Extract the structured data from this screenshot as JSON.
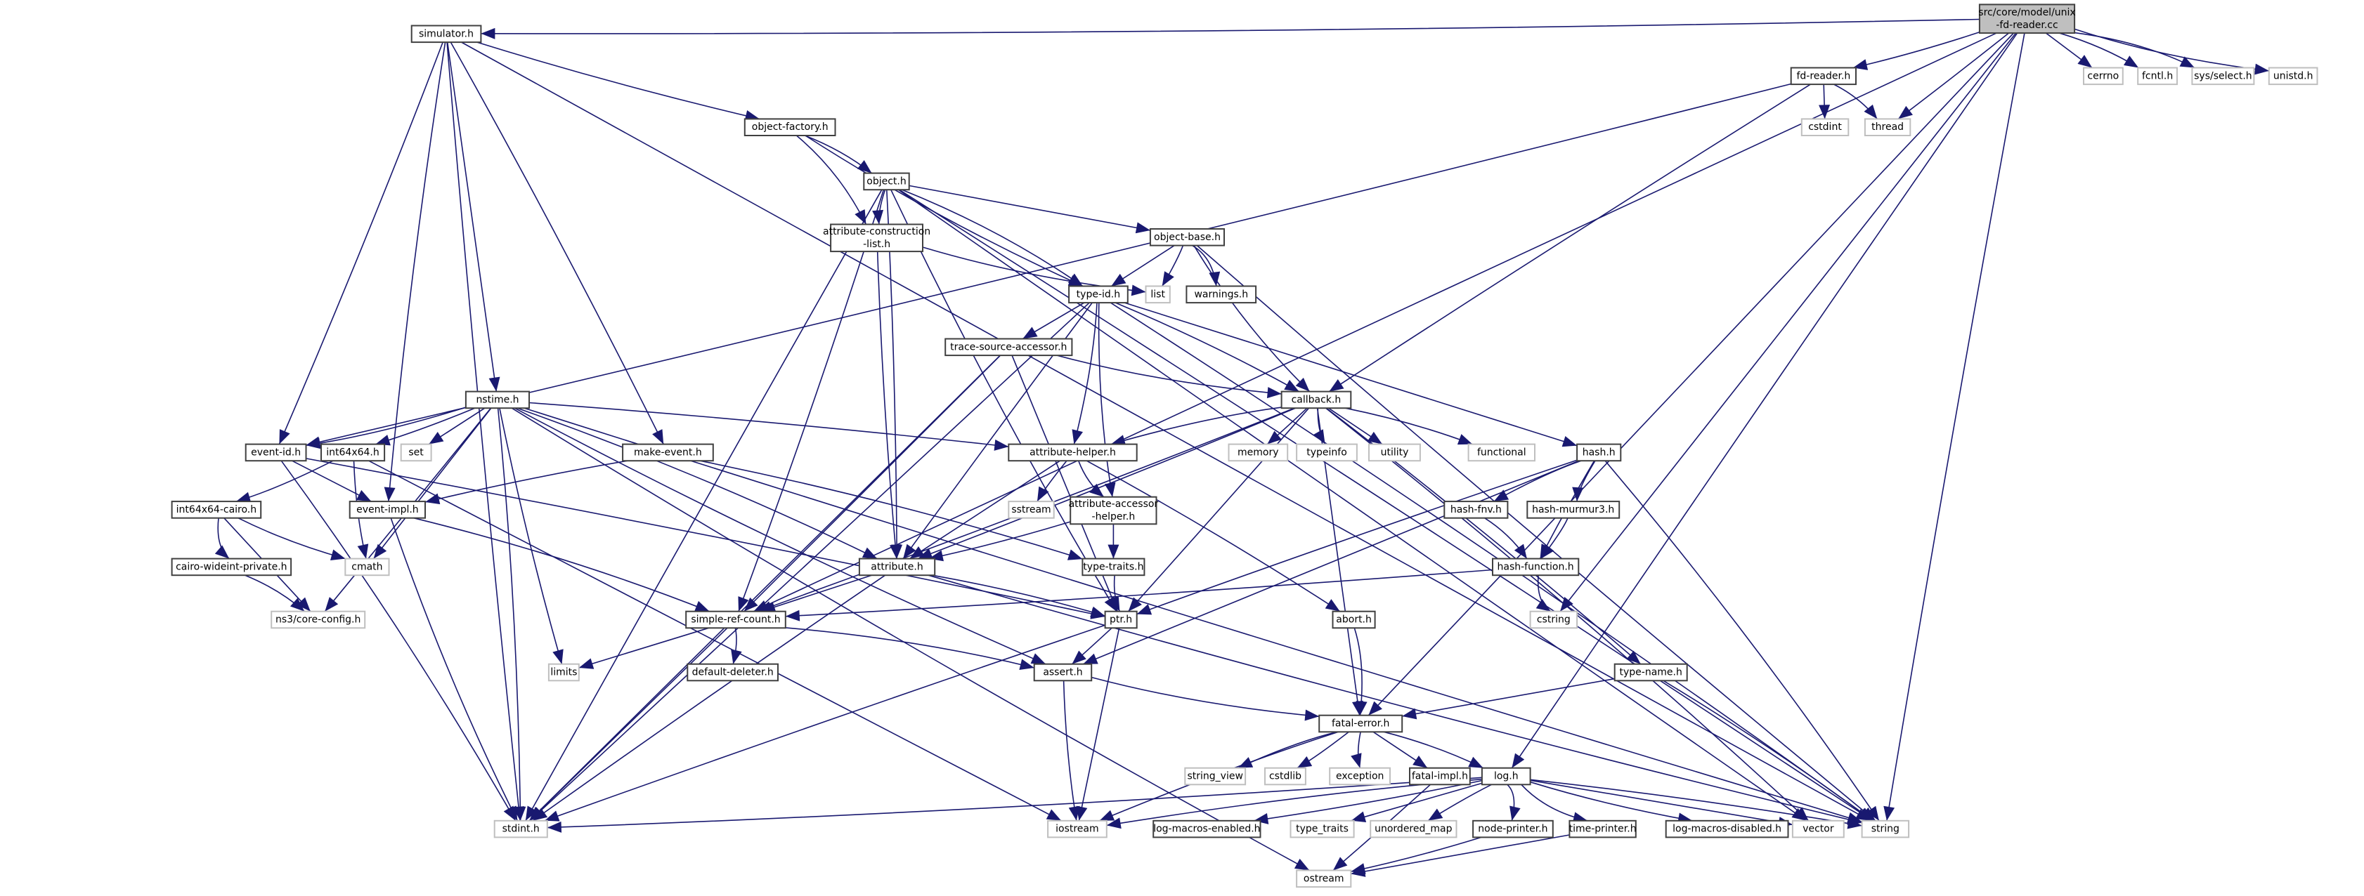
{
  "diagram": {
    "type": "include-dependency-graph",
    "colors": {
      "edge": "#191970",
      "root_fill": "#bfbfbf",
      "external_border": "#bfbfbf",
      "internal_border": "#404040"
    },
    "nodes": [
      {
        "id": "root",
        "label": [
          "src/core/model/unix",
          "-fd-reader.cc"
        ],
        "kind": "root"
      },
      {
        "id": "simulator",
        "label": [
          "simulator.h"
        ],
        "kind": "internal"
      },
      {
        "id": "fd-reader",
        "label": [
          "fd-reader.h"
        ],
        "kind": "internal"
      },
      {
        "id": "cerrno",
        "label": [
          "cerrno"
        ],
        "kind": "external"
      },
      {
        "id": "fcntl",
        "label": [
          "fcntl.h"
        ],
        "kind": "external"
      },
      {
        "id": "sysselect",
        "label": [
          "sys/select.h"
        ],
        "kind": "external"
      },
      {
        "id": "unistd",
        "label": [
          "unistd.h"
        ],
        "kind": "external"
      },
      {
        "id": "cstdint",
        "label": [
          "cstdint"
        ],
        "kind": "external"
      },
      {
        "id": "thread",
        "label": [
          "thread"
        ],
        "kind": "external"
      },
      {
        "id": "object-factory",
        "label": [
          "object-factory.h"
        ],
        "kind": "internal"
      },
      {
        "id": "object",
        "label": [
          "object.h"
        ],
        "kind": "internal"
      },
      {
        "id": "attr-constr",
        "label": [
          "attribute-construction",
          "-list.h"
        ],
        "kind": "internal"
      },
      {
        "id": "object-base",
        "label": [
          "object-base.h"
        ],
        "kind": "internal"
      },
      {
        "id": "type-id",
        "label": [
          "type-id.h"
        ],
        "kind": "internal"
      },
      {
        "id": "list",
        "label": [
          "list"
        ],
        "kind": "external"
      },
      {
        "id": "warnings",
        "label": [
          "warnings.h"
        ],
        "kind": "internal"
      },
      {
        "id": "trace-source",
        "label": [
          "trace-source-accessor.h"
        ],
        "kind": "internal"
      },
      {
        "id": "callback",
        "label": [
          "callback.h"
        ],
        "kind": "internal"
      },
      {
        "id": "nstime",
        "label": [
          "nstime.h"
        ],
        "kind": "internal"
      },
      {
        "id": "event-id",
        "label": [
          "event-id.h"
        ],
        "kind": "internal"
      },
      {
        "id": "int64x64",
        "label": [
          "int64x64.h"
        ],
        "kind": "internal"
      },
      {
        "id": "set",
        "label": [
          "set"
        ],
        "kind": "external"
      },
      {
        "id": "make-event",
        "label": [
          "make-event.h"
        ],
        "kind": "internal"
      },
      {
        "id": "attribute-helper",
        "label": [
          "attribute-helper.h"
        ],
        "kind": "internal"
      },
      {
        "id": "memory",
        "label": [
          "memory"
        ],
        "kind": "external"
      },
      {
        "id": "typeinfo",
        "label": [
          "typeinfo"
        ],
        "kind": "external"
      },
      {
        "id": "utility",
        "label": [
          "utility"
        ],
        "kind": "external"
      },
      {
        "id": "functional",
        "label": [
          "functional"
        ],
        "kind": "external"
      },
      {
        "id": "hash",
        "label": [
          "hash.h"
        ],
        "kind": "internal"
      },
      {
        "id": "int64x64-cairo",
        "label": [
          "int64x64-cairo.h"
        ],
        "kind": "internal"
      },
      {
        "id": "event-impl",
        "label": [
          "event-impl.h"
        ],
        "kind": "internal"
      },
      {
        "id": "sstream",
        "label": [
          "sstream"
        ],
        "kind": "external"
      },
      {
        "id": "attr-accessor",
        "label": [
          "attribute-accessor",
          "-helper.h"
        ],
        "kind": "internal"
      },
      {
        "id": "hash-fnv",
        "label": [
          "hash-fnv.h"
        ],
        "kind": "internal"
      },
      {
        "id": "hash-murmur3",
        "label": [
          "hash-murmur3.h"
        ],
        "kind": "internal"
      },
      {
        "id": "cairo-wideint",
        "label": [
          "cairo-wideint-private.h"
        ],
        "kind": "internal"
      },
      {
        "id": "cmath",
        "label": [
          "cmath"
        ],
        "kind": "external"
      },
      {
        "id": "attribute",
        "label": [
          "attribute.h"
        ],
        "kind": "internal"
      },
      {
        "id": "type-traits",
        "label": [
          "type-traits.h"
        ],
        "kind": "internal"
      },
      {
        "id": "hash-function",
        "label": [
          "hash-function.h"
        ],
        "kind": "internal"
      },
      {
        "id": "core-config",
        "label": [
          "ns3/core-config.h"
        ],
        "kind": "external"
      },
      {
        "id": "simple-ref-count",
        "label": [
          "simple-ref-count.h"
        ],
        "kind": "internal"
      },
      {
        "id": "ptr",
        "label": [
          "ptr.h"
        ],
        "kind": "internal"
      },
      {
        "id": "abort",
        "label": [
          "abort.h"
        ],
        "kind": "internal"
      },
      {
        "id": "cstring",
        "label": [
          "cstring"
        ],
        "kind": "external"
      },
      {
        "id": "limits",
        "label": [
          "limits"
        ],
        "kind": "external"
      },
      {
        "id": "default-deleter",
        "label": [
          "default-deleter.h"
        ],
        "kind": "internal"
      },
      {
        "id": "assert",
        "label": [
          "assert.h"
        ],
        "kind": "internal"
      },
      {
        "id": "type-name",
        "label": [
          "type-name.h"
        ],
        "kind": "internal"
      },
      {
        "id": "fatal-error",
        "label": [
          "fatal-error.h"
        ],
        "kind": "internal"
      },
      {
        "id": "string_view",
        "label": [
          "string_view"
        ],
        "kind": "external"
      },
      {
        "id": "cstdlib",
        "label": [
          "cstdlib"
        ],
        "kind": "external"
      },
      {
        "id": "exception",
        "label": [
          "exception"
        ],
        "kind": "external"
      },
      {
        "id": "fatal-impl",
        "label": [
          "fatal-impl.h"
        ],
        "kind": "internal"
      },
      {
        "id": "log",
        "label": [
          "log.h"
        ],
        "kind": "internal"
      },
      {
        "id": "stdint",
        "label": [
          "stdint.h"
        ],
        "kind": "external"
      },
      {
        "id": "iostream",
        "label": [
          "iostream"
        ],
        "kind": "external"
      },
      {
        "id": "log-macros-enabled",
        "label": [
          "log-macros-enabled.h"
        ],
        "kind": "internal"
      },
      {
        "id": "type_traits",
        "label": [
          "type_traits"
        ],
        "kind": "external"
      },
      {
        "id": "unordered_map",
        "label": [
          "unordered_map"
        ],
        "kind": "external"
      },
      {
        "id": "node-printer",
        "label": [
          "node-printer.h"
        ],
        "kind": "internal"
      },
      {
        "id": "time-printer",
        "label": [
          "time-printer.h"
        ],
        "kind": "internal"
      },
      {
        "id": "log-macros-disabled",
        "label": [
          "log-macros-disabled.h"
        ],
        "kind": "internal"
      },
      {
        "id": "vector",
        "label": [
          "vector"
        ],
        "kind": "external"
      },
      {
        "id": "string",
        "label": [
          "string"
        ],
        "kind": "external"
      },
      {
        "id": "ostream",
        "label": [
          "ostream"
        ],
        "kind": "external"
      }
    ],
    "edges": [
      [
        "root",
        "simulator"
      ],
      [
        "root",
        "fd-reader"
      ],
      [
        "root",
        "cerrno"
      ],
      [
        "root",
        "fcntl"
      ],
      [
        "root",
        "sysselect"
      ],
      [
        "root",
        "unistd"
      ],
      [
        "root",
        "thread"
      ],
      [
        "root",
        "simple-ref-count"
      ],
      [
        "root",
        "cstring"
      ],
      [
        "root",
        "fatal-error"
      ],
      [
        "root",
        "log"
      ],
      [
        "root",
        "string"
      ],
      [
        "fd-reader",
        "cstdint"
      ],
      [
        "fd-reader",
        "thread"
      ],
      [
        "fd-reader",
        "callback"
      ],
      [
        "fd-reader",
        "event-id"
      ],
      [
        "simulator",
        "object-factory"
      ],
      [
        "simulator",
        "nstime"
      ],
      [
        "simulator",
        "make-event"
      ],
      [
        "simulator",
        "event-id"
      ],
      [
        "simulator",
        "event-impl"
      ],
      [
        "simulator",
        "stdint"
      ],
      [
        "simulator",
        "string"
      ],
      [
        "object-factory",
        "object"
      ],
      [
        "object-factory",
        "attr-constr"
      ],
      [
        "object-factory",
        "type-id"
      ],
      [
        "object",
        "attr-constr"
      ],
      [
        "object",
        "object-base"
      ],
      [
        "object",
        "attribute"
      ],
      [
        "object",
        "simple-ref-count"
      ],
      [
        "object",
        "ptr"
      ],
      [
        "object",
        "stdint"
      ],
      [
        "object",
        "vector"
      ],
      [
        "object",
        "string"
      ],
      [
        "object",
        "type-id"
      ],
      [
        "attr-constr",
        "list"
      ],
      [
        "attr-constr",
        "attribute"
      ],
      [
        "object-base",
        "type-id"
      ],
      [
        "object-base",
        "list"
      ],
      [
        "object-base",
        "warnings"
      ],
      [
        "object-base",
        "callback"
      ],
      [
        "object-base",
        "string"
      ],
      [
        "type-id",
        "trace-source"
      ],
      [
        "type-id",
        "callback"
      ],
      [
        "type-id",
        "attribute-helper"
      ],
      [
        "type-id",
        "attr-accessor"
      ],
      [
        "type-id",
        "attribute"
      ],
      [
        "type-id",
        "hash"
      ],
      [
        "type-id",
        "stdint"
      ],
      [
        "type-id",
        "string"
      ],
      [
        "trace-source",
        "callback"
      ],
      [
        "trace-source",
        "simple-ref-count"
      ],
      [
        "trace-source",
        "ptr"
      ],
      [
        "trace-source",
        "stdint"
      ],
      [
        "callback",
        "attribute-helper"
      ],
      [
        "callback",
        "memory"
      ],
      [
        "callback",
        "typeinfo"
      ],
      [
        "callback",
        "utility"
      ],
      [
        "callback",
        "functional"
      ],
      [
        "callback",
        "ptr"
      ],
      [
        "callback",
        "simple-ref-count"
      ],
      [
        "callback",
        "attribute"
      ],
      [
        "callback",
        "fatal-error"
      ],
      [
        "callback",
        "type-name"
      ],
      [
        "callback",
        "vector"
      ],
      [
        "nstime",
        "event-id"
      ],
      [
        "nstime",
        "int64x64"
      ],
      [
        "nstime",
        "set"
      ],
      [
        "nstime",
        "attribute-helper"
      ],
      [
        "nstime",
        "attribute"
      ],
      [
        "nstime",
        "assert"
      ],
      [
        "nstime",
        "limits"
      ],
      [
        "nstime",
        "cmath"
      ],
      [
        "nstime",
        "core-config"
      ],
      [
        "nstime",
        "stdint"
      ],
      [
        "nstime",
        "ostream"
      ],
      [
        "nstime",
        "string"
      ],
      [
        "event-id",
        "event-impl"
      ],
      [
        "event-id",
        "ptr"
      ],
      [
        "event-id",
        "stdint"
      ],
      [
        "int64x64",
        "int64x64-cairo"
      ],
      [
        "int64x64",
        "cmath"
      ],
      [
        "int64x64",
        "iostream"
      ],
      [
        "make-event",
        "event-impl"
      ],
      [
        "make-event",
        "type-traits"
      ],
      [
        "attribute-helper",
        "sstream"
      ],
      [
        "attribute-helper",
        "attr-accessor"
      ],
      [
        "attribute-helper",
        "attribute"
      ],
      [
        "attribute-helper",
        "abort"
      ],
      [
        "hash",
        "hash-fnv"
      ],
      [
        "hash",
        "hash-murmur3"
      ],
      [
        "hash",
        "hash-function"
      ],
      [
        "hash",
        "assert"
      ],
      [
        "hash",
        "ptr"
      ],
      [
        "hash",
        "string"
      ],
      [
        "int64x64-cairo",
        "cairo-wideint"
      ],
      [
        "int64x64-cairo",
        "cmath"
      ],
      [
        "int64x64-cairo",
        "core-config"
      ],
      [
        "cairo-wideint",
        "core-config"
      ],
      [
        "event-impl",
        "simple-ref-count"
      ],
      [
        "event-impl",
        "stdint"
      ],
      [
        "attr-accessor",
        "attribute"
      ],
      [
        "attr-accessor",
        "type-traits"
      ],
      [
        "hash-fnv",
        "hash-function"
      ],
      [
        "hash-murmur3",
        "hash-function"
      ],
      [
        "hash-function",
        "cstring"
      ],
      [
        "hash-function",
        "simple-ref-count"
      ],
      [
        "attribute",
        "simple-ref-count"
      ],
      [
        "attribute",
        "ptr"
      ],
      [
        "attribute",
        "stdint"
      ],
      [
        "attribute",
        "string"
      ],
      [
        "type-traits",
        "ptr"
      ],
      [
        "simple-ref-count",
        "limits"
      ],
      [
        "simple-ref-count",
        "default-deleter"
      ],
      [
        "simple-ref-count",
        "assert"
      ],
      [
        "simple-ref-count",
        "stdint"
      ],
      [
        "ptr",
        "assert"
      ],
      [
        "ptr",
        "iostream"
      ],
      [
        "ptr",
        "stdint"
      ],
      [
        "abort",
        "fatal-error"
      ],
      [
        "assert",
        "fatal-error"
      ],
      [
        "assert",
        "iostream"
      ],
      [
        "type-name",
        "fatal-error"
      ],
      [
        "type-name",
        "string"
      ],
      [
        "fatal-error",
        "string_view"
      ],
      [
        "fatal-error",
        "cstdlib"
      ],
      [
        "fatal-error",
        "exception"
      ],
      [
        "fatal-error",
        "fatal-impl"
      ],
      [
        "fatal-error",
        "log"
      ],
      [
        "fatal-error",
        "iostream"
      ],
      [
        "fatal-impl",
        "ostream"
      ],
      [
        "log",
        "log-macros-enabled"
      ],
      [
        "log",
        "type_traits"
      ],
      [
        "log",
        "unordered_map"
      ],
      [
        "log",
        "node-printer"
      ],
      [
        "log",
        "time-printer"
      ],
      [
        "log",
        "log-macros-disabled"
      ],
      [
        "log",
        "vector"
      ],
      [
        "log",
        "string"
      ],
      [
        "log",
        "iostream"
      ],
      [
        "log",
        "stdint"
      ],
      [
        "node-printer",
        "ostream"
      ],
      [
        "time-printer",
        "ostream"
      ]
    ]
  }
}
